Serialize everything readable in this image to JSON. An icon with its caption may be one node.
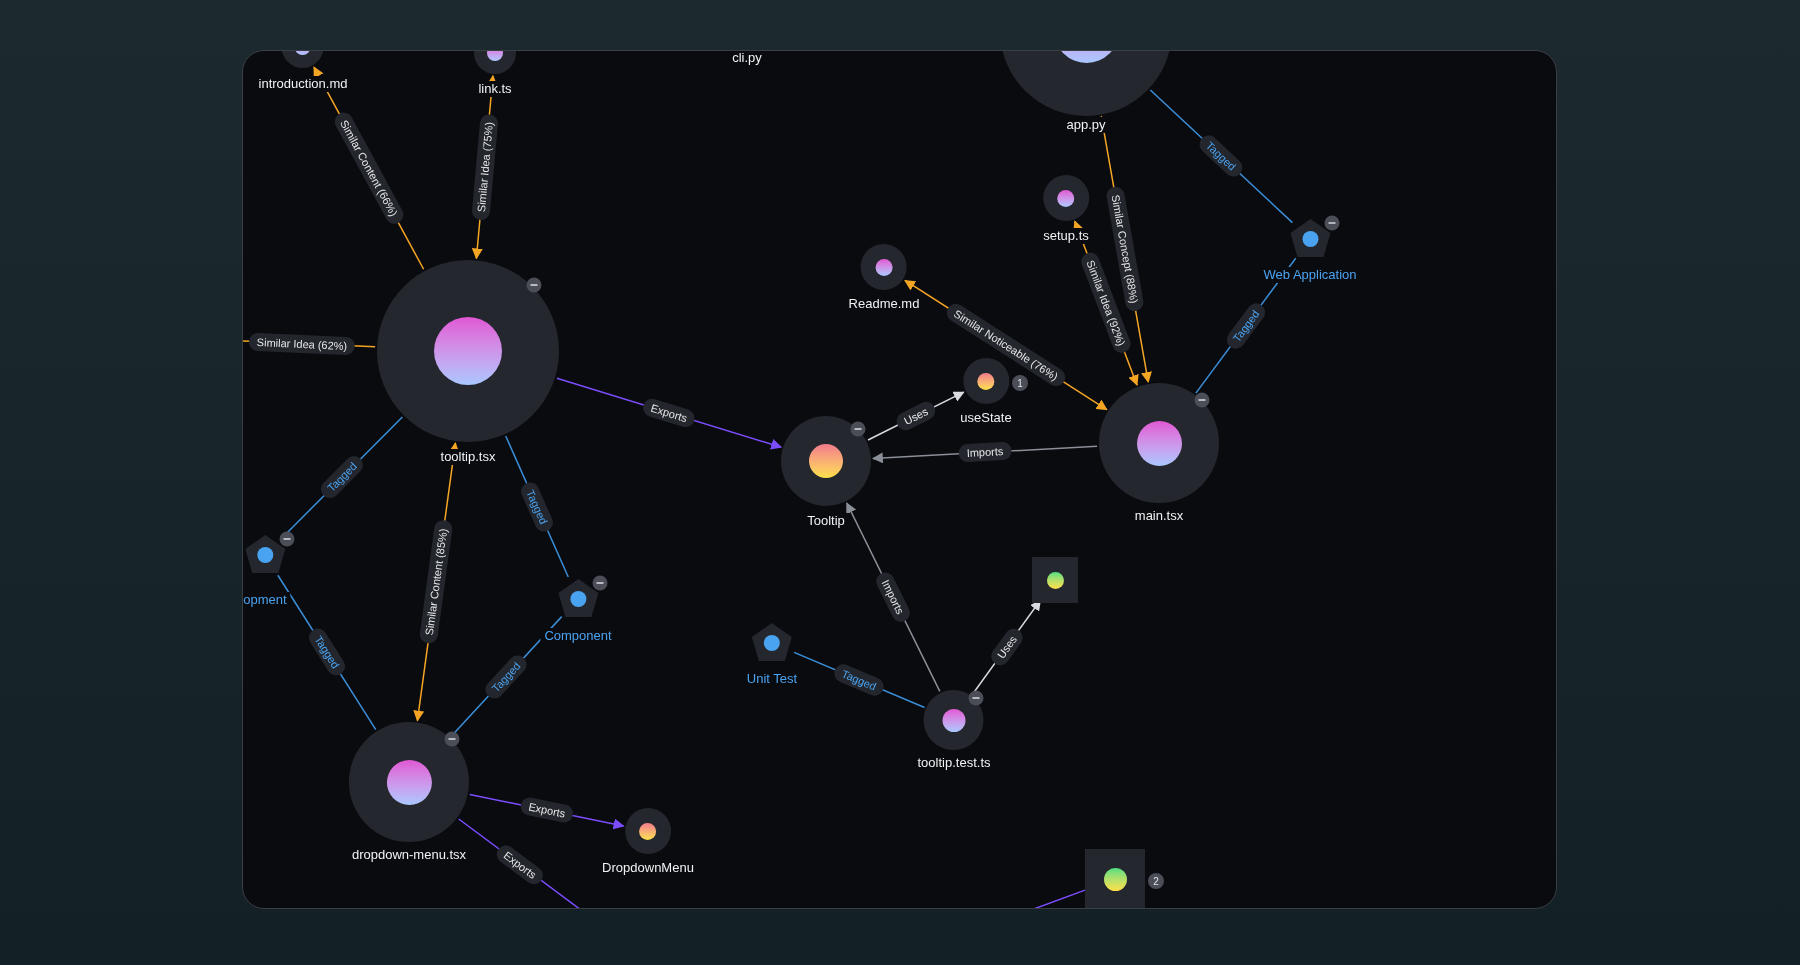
{
  "diagram": {
    "nodes": [
      {
        "text": [
          "introduction.md"
        ]
      },
      {
        "text": [
          "link.ts"
        ]
      },
      {
        "text": [
          "cli.py"
        ]
      },
      {
        "text": [
          "app.py"
        ]
      },
      {
        "text": [
          "tooltip.tsx"
        ]
      },
      {
        "text": [
          "setup.ts"
        ]
      },
      {
        "text": [
          "Readme.md"
        ]
      },
      {
        "text": [
          "Web Application"
        ]
      },
      {
        "text": [
          "useState"
        ],
        "beside": [
          "1"
        ]
      },
      {
        "text": [
          "Tooltip"
        ]
      },
      {
        "text": [
          "main.tsx"
        ]
      },
      {
        "text": [
          "opment"
        ]
      },
      {
        "text": [
          "Component"
        ]
      },
      {
        "text": [],
        "shape": "box"
      },
      {
        "text": [
          "Unit Test"
        ]
      },
      {
        "text": [
          "tooltip.test.ts"
        ]
      },
      {
        "text": [
          "dropdown-menu.tsx"
        ]
      },
      {
        "text": [
          "DropdownMenu"
        ]
      },
      {
        "text": [],
        "shape": "box",
        "beside": [
          "2"
        ]
      }
    ],
    "edges": [
      {
        "from": 4,
        "to": 0,
        "arrow": "to",
        "label": "Similar Content (66%)",
        "color": "#f5a524"
      },
      {
        "from": 4,
        "to": 1,
        "arrow": "both",
        "label": "Similar Idea (75%)",
        "color": "#f5a524"
      },
      {
        "from": 4,
        "to": null,
        "arrow": "none",
        "label": "Similar Idea (62%)",
        "color": "#f5a524"
      },
      {
        "from": 4,
        "to": 9,
        "arrow": "to",
        "label": "Exports",
        "color": "#7c4dff"
      },
      {
        "from": 4,
        "to": 11,
        "arrow": "none",
        "label": "Tagged",
        "color": "#3b8fd9"
      },
      {
        "from": 4,
        "to": 12,
        "arrow": "none",
        "label": "Tagged",
        "color": "#3b8fd9"
      },
      {
        "from": 16,
        "to": 4,
        "arrow": "both",
        "label": "Similar Content (85%)",
        "color": "#f5a524"
      },
      {
        "from": 16,
        "to": 11,
        "arrow": "none",
        "label": "Tagged",
        "color": "#3b8fd9"
      },
      {
        "from": 16,
        "to": 12,
        "arrow": "none",
        "label": "Tagged",
        "color": "#3b8fd9"
      },
      {
        "from": 16,
        "to": 17,
        "arrow": "to",
        "label": "Exports",
        "color": "#7c4dff"
      },
      {
        "from": 16,
        "to": null,
        "arrow": "none",
        "label": "Exports",
        "color": "#7c4dff"
      },
      {
        "from": 9,
        "to": 8,
        "arrow": "to",
        "label": "Uses",
        "color": "#d9dbe0"
      },
      {
        "from": 10,
        "to": 9,
        "arrow": "to",
        "label": "Imports",
        "color": "#8a8f98"
      },
      {
        "from": 6,
        "to": 10,
        "arrow": "both",
        "label": "Similar Noticeable (76%)",
        "color": "#f5a524"
      },
      {
        "from": 10,
        "to": 5,
        "arrow": "both",
        "label": "Similar Idea (92%)",
        "color": "#f5a524"
      },
      {
        "from": 10,
        "to": 3,
        "arrow": "both",
        "label": "Similar Concept (88%)",
        "color": "#f5a524"
      },
      {
        "from": 10,
        "to": 7,
        "arrow": "none",
        "label": "Tagged",
        "color": "#3b8fd9"
      },
      {
        "from": 3,
        "to": 7,
        "arrow": "none",
        "label": "Tagged",
        "color": "#3b8fd9"
      },
      {
        "from": 15,
        "to": 9,
        "arrow": "to",
        "label": "Imports",
        "color": "#8a8f98"
      },
      {
        "from": 15,
        "to": 13,
        "arrow": "to",
        "label": "Uses",
        "color": "#d9dbe0"
      },
      {
        "from": 15,
        "to": 14,
        "arrow": "none",
        "label": "Tagged",
        "color": "#3b8fd9"
      },
      {
        "from": null,
        "to": 18,
        "arrow": "none",
        "color": "#7c4dff"
      }
    ]
  }
}
